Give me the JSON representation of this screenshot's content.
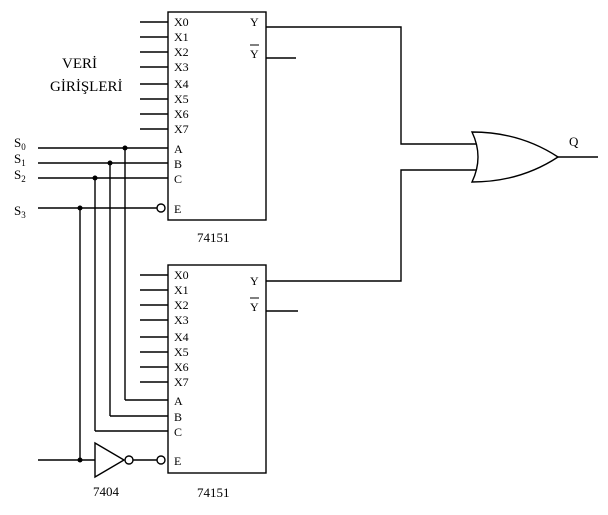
{
  "diagram": {
    "data_inputs_label_line1": "VERİ",
    "data_inputs_label_line2": "GİRİŞLERİ",
    "top_mux": {
      "part": "74151",
      "inputs": [
        "X0",
        "X1",
        "X2",
        "X3",
        "X4",
        "X5",
        "X6",
        "X7"
      ],
      "select_pins": [
        "A",
        "B",
        "C"
      ],
      "enable_pin": "E",
      "output_y": "Y",
      "output_ybar": "Y"
    },
    "bottom_mux": {
      "part": "74151",
      "inputs": [
        "X0",
        "X1",
        "X2",
        "X3",
        "X4",
        "X5",
        "X6",
        "X7"
      ],
      "select_pins": [
        "A",
        "B",
        "C"
      ],
      "enable_pin": "E",
      "output_y": "Y",
      "output_ybar": "Y"
    },
    "select_lines": [
      {
        "base": "S",
        "sub": "0"
      },
      {
        "base": "S",
        "sub": "1"
      },
      {
        "base": "S",
        "sub": "2"
      },
      {
        "base": "S",
        "sub": "3"
      }
    ],
    "inverter_part": "7404",
    "gate_type": "OR",
    "output_label": "Q"
  }
}
